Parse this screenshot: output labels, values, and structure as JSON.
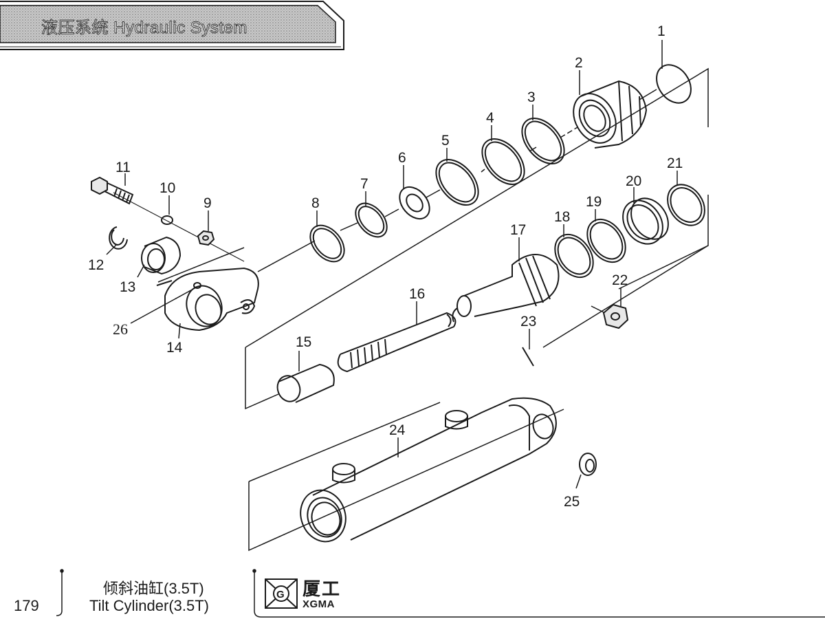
{
  "header": {
    "title": "液压系统   Hydraulic System"
  },
  "callouts": {
    "p1": "1",
    "p2": "2",
    "p3": "3",
    "p4": "4",
    "p5": "5",
    "p6": "6",
    "p7": "7",
    "p8": "8",
    "p9": "9",
    "p10": "10",
    "p11": "11",
    "p12": "12",
    "p13": "13",
    "p14": "14",
    "p15": "15",
    "p16": "16",
    "p17": "17",
    "p18": "18",
    "p19": "19",
    "p20": "20",
    "p21": "21",
    "p22": "22",
    "p23": "23",
    "p24": "24",
    "p25": "25",
    "p26": "26"
  },
  "footer": {
    "page_number": "179",
    "title_zh": "倾斜油缸(3.5T)",
    "title_en": "Tilt Cylinder(3.5T)",
    "brand_zh": "厦工",
    "brand_en": "XGMA"
  },
  "colors": {
    "ink": "#1a1a1a",
    "banner_fill": "#b8b8b8",
    "background": "#ffffff"
  }
}
